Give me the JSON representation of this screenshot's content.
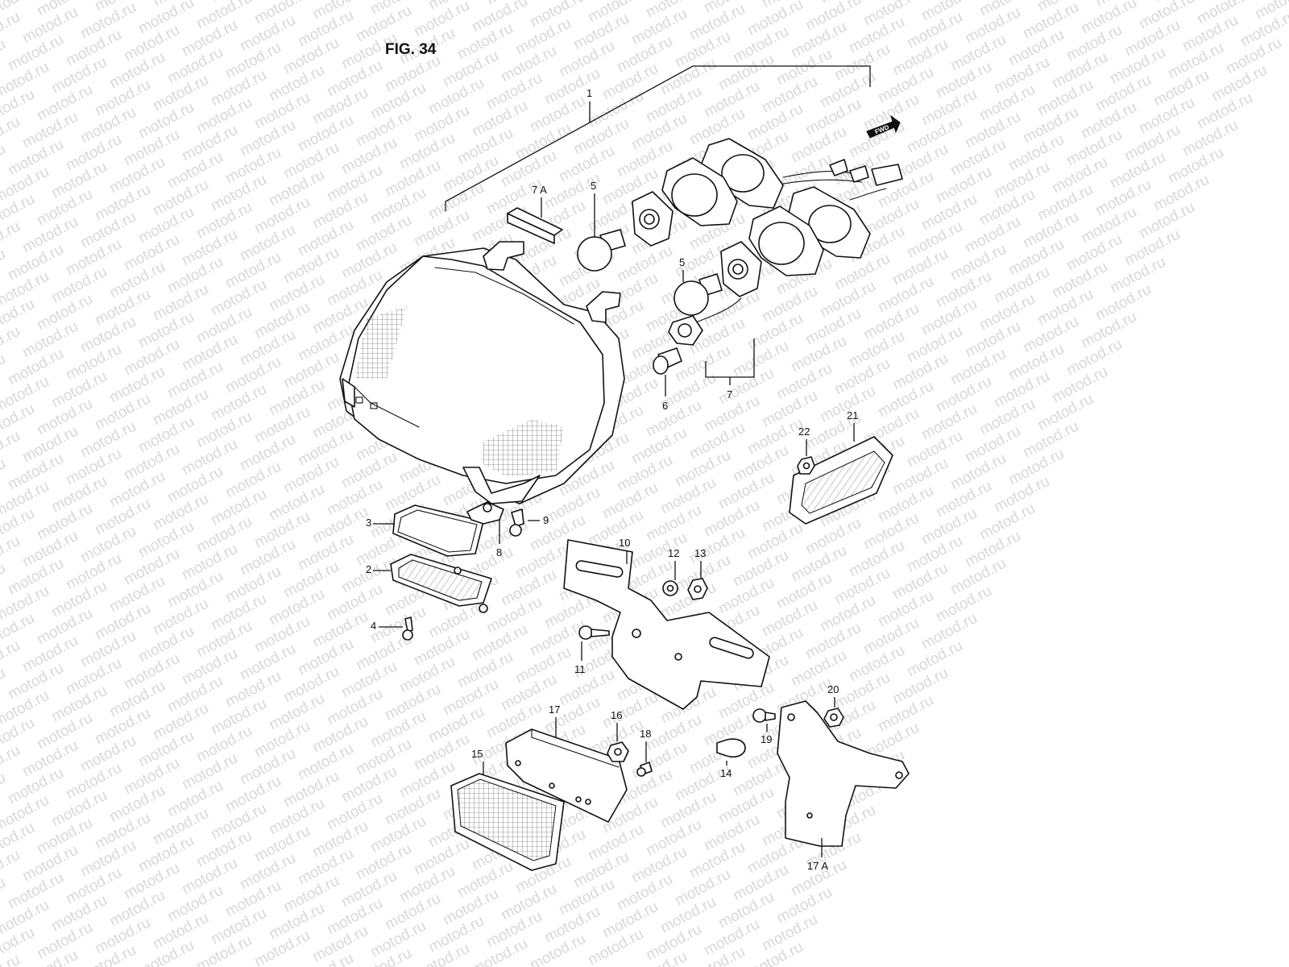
{
  "figure": {
    "title": "FIG. 34",
    "direction_marker": "FWD"
  },
  "watermark": {
    "text": "motod.ru"
  },
  "callouts": {
    "c1": "1",
    "c2": "2",
    "c3": "3",
    "c4": "4",
    "c5a": "5",
    "c5b": "5",
    "c6": "6",
    "c7": "7",
    "c7a": "7 A",
    "c8": "8",
    "c9": "9",
    "c10": "10",
    "c11": "11",
    "c12": "12",
    "c13": "13",
    "c14": "14",
    "c15": "15",
    "c16": "16",
    "c17": "17",
    "c17a": "17 A",
    "c18": "18",
    "c19": "19",
    "c20": "20",
    "c21": "21",
    "c22": "22"
  }
}
